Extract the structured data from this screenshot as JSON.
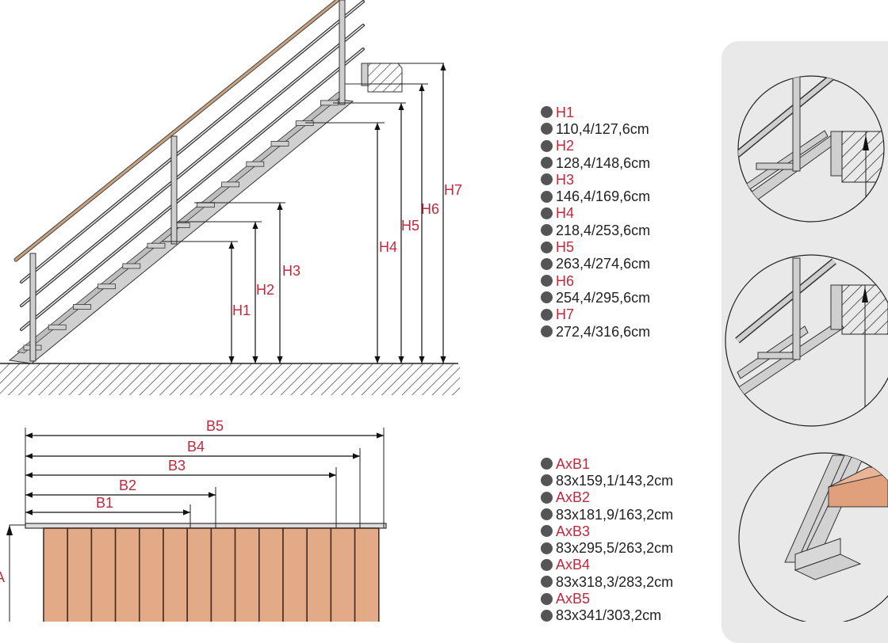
{
  "colors": {
    "label_red": "#c0283c",
    "steel_gray": "#c8c8c8",
    "wood": "#e2a888",
    "wood_dark": "#5a3a2a",
    "handrail": "#b08866",
    "panel_bg": "#e9e9e9",
    "bullet": "#555555"
  },
  "side_view": {
    "height_labels": [
      "H1",
      "H2",
      "H3",
      "H4",
      "H5",
      "H6",
      "H7"
    ]
  },
  "top_view": {
    "width_labels": [
      "B1",
      "B2",
      "B3",
      "B4",
      "B5"
    ],
    "depth_label": "A"
  },
  "height_legend": [
    {
      "label": "H1",
      "value": "110,4/127,6cm"
    },
    {
      "label": "H2",
      "value": "128,4/148,6cm"
    },
    {
      "label": "H3",
      "value": "146,4/169,6cm"
    },
    {
      "label": "H4",
      "value": "218,4/253,6cm"
    },
    {
      "label": "H5",
      "value": "263,4/274,6cm"
    },
    {
      "label": "H6",
      "value": "254,4/295,6cm"
    },
    {
      "label": "H7",
      "value": "272,4/316,6cm"
    }
  ],
  "size_legend": [
    {
      "label": "AxB1",
      "value": "83x159,1/143,2cm"
    },
    {
      "label": "AxB2",
      "value": "83x181,9/163,2cm"
    },
    {
      "label": "AxB3",
      "value": "83x295,5/263,2cm"
    },
    {
      "label": "AxB4",
      "value": "83x318,3/283,2cm"
    },
    {
      "label": "AxB5",
      "value": "83x341/303,2cm"
    }
  ],
  "detail_icons": [
    "landing-mount-detail-icon",
    "landing-mount-alt-detail-icon",
    "floor-bracket-detail-icon"
  ]
}
